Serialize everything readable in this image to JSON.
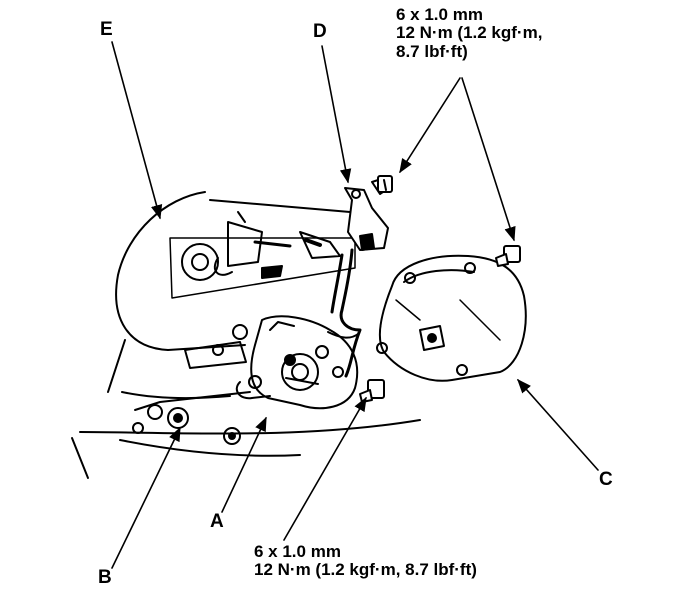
{
  "labels": {
    "A": "A",
    "B": "B",
    "C": "C",
    "D": "D",
    "E": "E"
  },
  "torque_top": {
    "line1": "6 x 1.0 mm",
    "line2": "12 N·m (1.2 kgf·m,",
    "line3": "8.7 lbf·ft)"
  },
  "torque_bottom": {
    "line1": "6 x 1.0 mm",
    "line2": "12 N·m (1.2 kgf·m, 8.7 lbf·ft)"
  },
  "colors": {
    "ink": "#000000",
    "paper": "#ffffff"
  }
}
